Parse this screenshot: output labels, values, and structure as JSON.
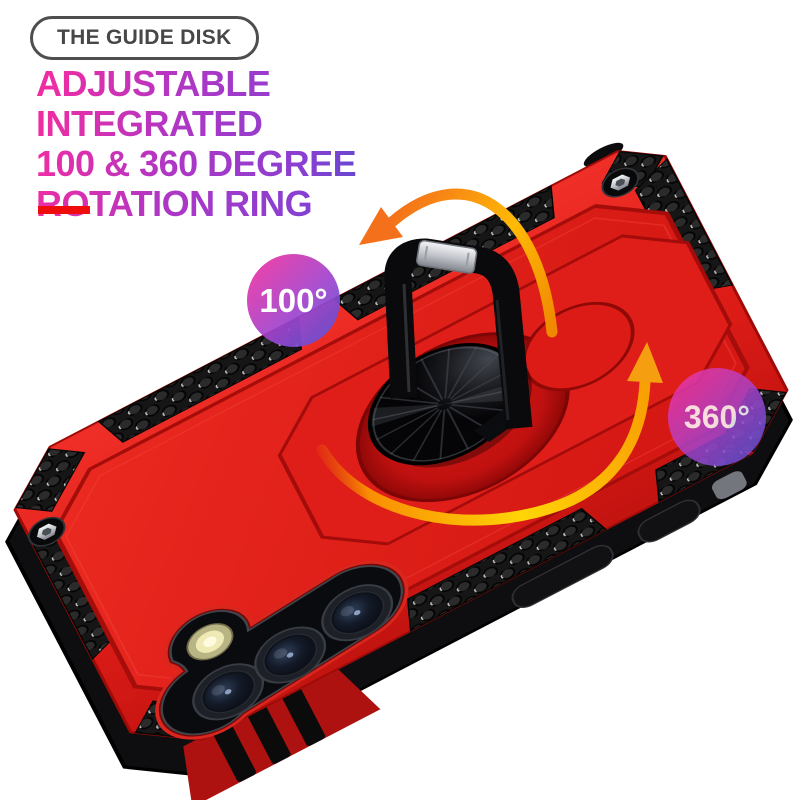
{
  "pill": {
    "label": "THE GUIDE DISK"
  },
  "heading": {
    "line1": "ADJUSTABLE INTEGRATED",
    "line2": "100 & 360 DEGREE",
    "line3": "ROTATION RING"
  },
  "callouts": {
    "tilt_badge": "100°",
    "spin_badge": "360°"
  },
  "colors": {
    "pill_text": "#474747",
    "heading_gradient_start": "#ee2da4",
    "heading_gradient_end": "#2f55cd",
    "underline_red": "#ee0c0c",
    "badge_gradient_start": "#ec35a4",
    "badge_gradient_end": "#5d53d8",
    "case_red": "#e2211c",
    "case_shadow_red": "#9a0a08",
    "mesh_black": "#161616",
    "arrow_orange": "#f4711a",
    "arrow_yellow": "#ffd506"
  }
}
